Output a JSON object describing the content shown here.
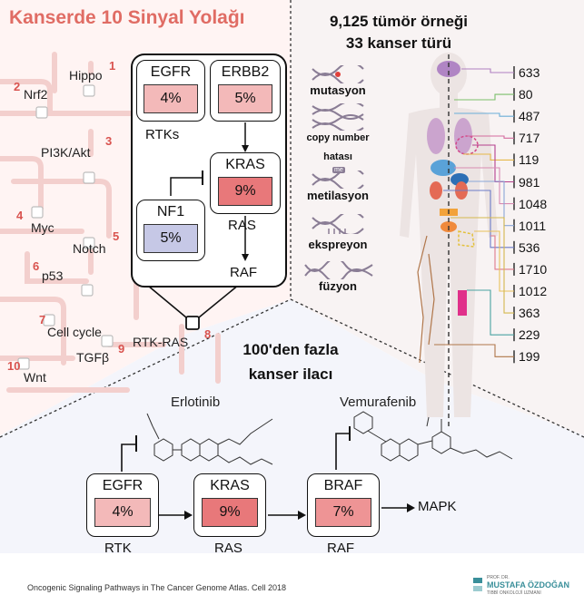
{
  "left_panel": {
    "title": "Kanserde 10 Sinyal Yolağı",
    "pathways": [
      {
        "name": "Hippo",
        "num": "1"
      },
      {
        "name": "Nrf2",
        "num": "2"
      },
      {
        "name": "PI3K/Akt",
        "num": "3"
      },
      {
        "name": "Myc",
        "num": "4"
      },
      {
        "name": "Notch",
        "num": "5"
      },
      {
        "name": "p53",
        "num": "6"
      },
      {
        "name": "Cell cycle",
        "num": "7"
      },
      {
        "name": "RTK-RAS",
        "num": "8"
      },
      {
        "name": "TGFβ",
        "num": "9"
      },
      {
        "name": "Wnt",
        "num": "10"
      }
    ],
    "zoom": {
      "egfr": {
        "gene": "EGFR",
        "pct": "4%"
      },
      "erbb2": {
        "gene": "ERBB2",
        "pct": "5%"
      },
      "kras": {
        "gene": "KRAS",
        "pct": "9%"
      },
      "nf1": {
        "gene": "NF1",
        "pct": "5%"
      },
      "rtks_label": "RTKs",
      "ras_label": "RAS",
      "raf_label": "RAF"
    }
  },
  "right_panel": {
    "line1": "9,125 tümör örneği",
    "line2": "33 kanser türü",
    "alterations": [
      {
        "label": "mutasyon",
        "icon": "dna-mutation-icon"
      },
      {
        "label": "copy number",
        "label2": "hatası",
        "icon": "dna-copy-number-icon"
      },
      {
        "label": "metilasyon",
        "icon": "dna-methylation-icon",
        "badge": "me"
      },
      {
        "label": "ekspreyon",
        "icon": "dna-expression-icon"
      },
      {
        "label": "füzyon",
        "icon": "dna-fusion-icon"
      }
    ],
    "counts": [
      "633",
      "80",
      "487",
      "717",
      "119",
      "981",
      "1048",
      "1011",
      "536",
      "1710",
      "1012",
      "363",
      "229",
      "199"
    ],
    "count_colors": [
      "#b07fc0",
      "#7bbf6a",
      "#6aaed8",
      "#d36b9e",
      "#e6b84a",
      "#b5408e",
      "#d88bb2",
      "#8aa7d8",
      "#6b7bc8",
      "#e07a8a",
      "#e8c15a",
      "#d5b84d",
      "#4aa3a1",
      "#b0764a"
    ]
  },
  "bottom_panel": {
    "title1": "100'den fazla",
    "title2": "kanser ilacı",
    "drug1": "Erlotinib",
    "drug2": "Vemurafenib",
    "egfr": {
      "gene": "EGFR",
      "pct": "4%",
      "label": "RTK"
    },
    "kras": {
      "gene": "KRAS",
      "pct": "9%",
      "label": "RAS"
    },
    "braf": {
      "gene": "BRAF",
      "pct": "7%",
      "label": "RAF"
    },
    "mapk": "MAPK"
  },
  "footer": {
    "citation": "Oncogenic Signaling Pathways in The Cancer Genome Atlas. Cell 2018",
    "brand_small": "PROF. DR.",
    "brand": "MUSTAFA ÖZDOĞAN",
    "brand_sub": "TIBBİ ONKOLOJİ UZMANI"
  },
  "colors": {
    "accent": "#e06c64",
    "kras_fill": "#e8787a",
    "pink_fill": "#f3b9b9",
    "nf1_fill": "#c6c8e6"
  }
}
